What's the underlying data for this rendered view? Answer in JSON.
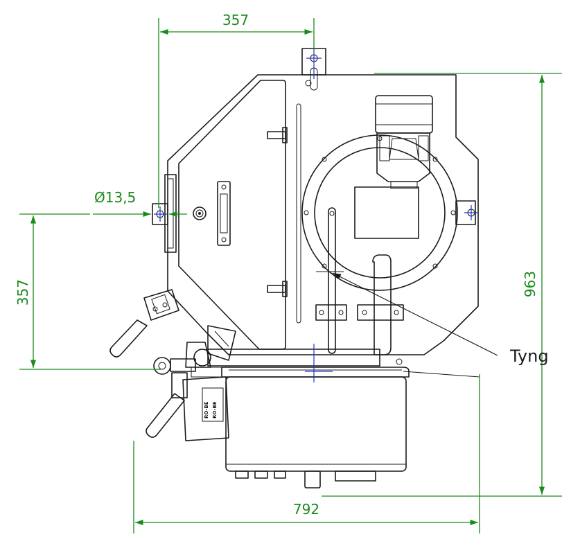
{
  "dimensions": {
    "top_width": "357",
    "hole_diameter": "Ø13,5",
    "left_height": "357",
    "total_height": "963",
    "total_width": "792"
  },
  "callout": {
    "label": "Tyng"
  },
  "nameplate": {
    "line1": "RO-BE",
    "line2": "RO-BE"
  },
  "colors": {
    "dimension": "#1a8a1a",
    "centerline": "#1f35c8",
    "outline": "#1a1a1a"
  }
}
